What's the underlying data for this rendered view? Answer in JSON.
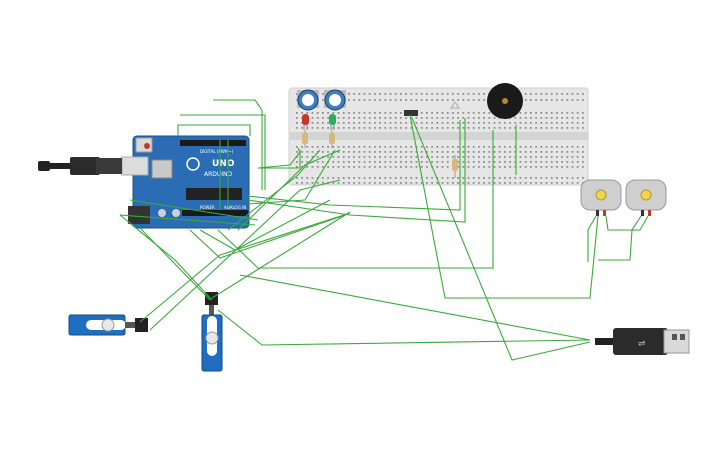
{
  "arduino": {
    "brand_text": "ARDUINO",
    "model_text": "UNO",
    "digital_label": "DIGITAL (PWM~)",
    "power_label": "POWER",
    "analog_label": "ANALOG IN"
  },
  "colors": {
    "wire": "#3aaa3a",
    "board": "#2a6db5",
    "breadboard": "#e6e6e6",
    "led_red": "#c0392b",
    "led_green": "#27ae60",
    "servo": "#1f6fc0",
    "motor_body": "#cfcfcf",
    "motor_cap": "#f2d54a",
    "buzzer": "#1a1a1a",
    "pot": "#3f7fbf"
  },
  "icons": {
    "usb_cable_left": "usb-b-cable-icon",
    "usb_cable_right": "usb-a-cable-icon"
  }
}
